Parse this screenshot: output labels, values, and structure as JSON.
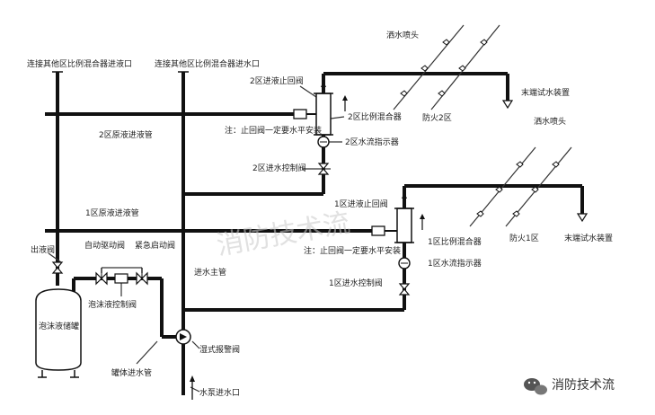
{
  "labels": {
    "connect_liquid": "连接其他区比例混合器进液口",
    "connect_water": "连接其他区比例混合器进水口",
    "zone2_liquid_check": "2区进液止回阀",
    "zone2_mixer": "2区比例混合器",
    "note_top": "注：止回阀一定要水平安装",
    "zone2_flow": "2区水流指示器",
    "zone2_control": "2区进水控制阀",
    "zone2_liquid_pipe": "2区原液进液管",
    "sprinkler_top": "洒水喷头",
    "fire_zone2": "防火2区",
    "end_test_top": "末端试水装置",
    "sprinkler_mid": "洒水喷头",
    "zone1_liquid_pipe": "1区原液进液管",
    "zone1_liquid_check": "1区进液止回阀",
    "note_mid": "注：止回阀一定要水平安装",
    "zone1_mixer": "1区比例混合器",
    "fire_zone1": "防火1区",
    "end_test_mid": "末端试水装置",
    "zone1_flow": "1区水流指示器",
    "zone1_control": "1区进水控制阀",
    "outlet": "出液阀",
    "auto_valve": "自动驱动阀",
    "emergency_valve": "紧急启动阀",
    "foam_control": "泡沫液控制阀",
    "tank": "泡沫液储罐",
    "main_pipe": "进水主管",
    "wet_alarm": "湿式报警阀",
    "tank_inlet": "罐体进水管",
    "pump_inlet": "水泵进水口",
    "watermark": "消防技术流",
    "wechat_brand": "消防技术流"
  },
  "colors": {
    "pipe": "#111111",
    "thin": "#333333",
    "label": "#222222",
    "watermark": "#c9c9c9"
  }
}
